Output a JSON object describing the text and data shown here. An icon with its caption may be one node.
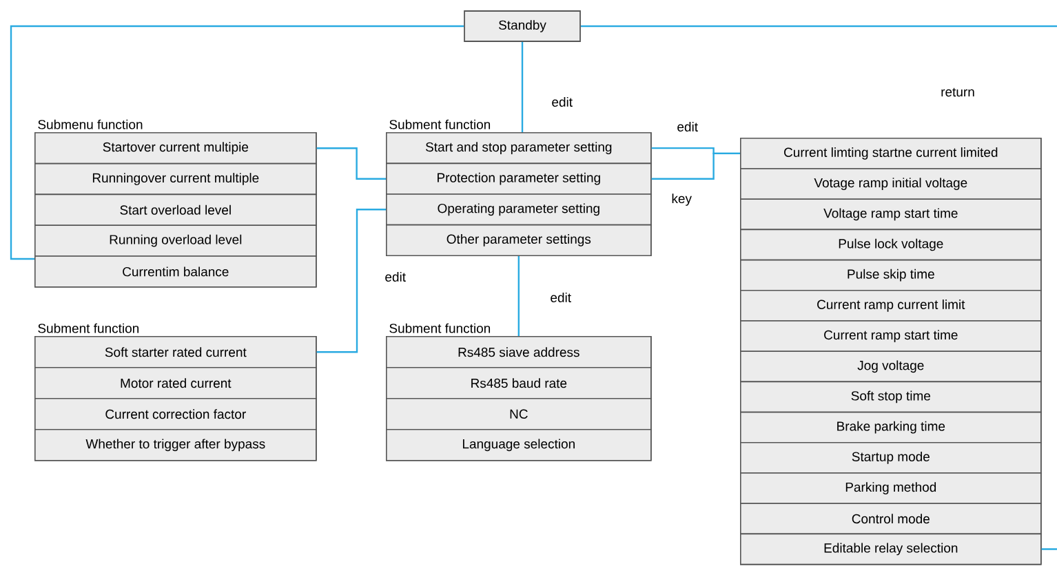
{
  "diagram": {
    "nodes": [
      {
        "text": [
          "Standby"
        ]
      },
      {
        "text": [
          "Submenu function"
        ]
      },
      {
        "text": [
          "Startover current multipie"
        ],
        "in": 1
      },
      {
        "text": [
          "Runningover current multiple"
        ],
        "in": 1
      },
      {
        "text": [
          "Start overload level"
        ],
        "in": 1
      },
      {
        "text": [
          "Running overload level"
        ],
        "in": 1
      },
      {
        "text": [
          "Currentim balance"
        ],
        "in": 1
      },
      {
        "text": [
          "Subment function"
        ]
      },
      {
        "text": [
          "Start and stop parameter setting"
        ],
        "in": 7
      },
      {
        "text": [
          "Protection parameter setting"
        ],
        "in": 7
      },
      {
        "text": [
          "Operating parameter setting"
        ],
        "in": 7
      },
      {
        "text": [
          "Other parameter settings"
        ],
        "in": 7
      },
      {
        "text": [
          "Subment function"
        ]
      },
      {
        "text": [
          "Soft starter rated current"
        ],
        "in": 12
      },
      {
        "text": [
          "Motor rated current"
        ],
        "in": 12
      },
      {
        "text": [
          "Current correction factor"
        ],
        "in": 12
      },
      {
        "text": [
          "Whether to trigger after bypass"
        ],
        "in": 12
      },
      {
        "text": [
          "Subment function"
        ]
      },
      {
        "text": [
          "Rs485 siave address"
        ],
        "in": 17
      },
      {
        "text": [
          "Rs485 baud rate"
        ],
        "in": 17
      },
      {
        "text": [
          "NC"
        ],
        "in": 17
      },
      {
        "text": [
          "Language selection"
        ],
        "in": 17
      },
      {
        "text": [],
        "shape": "box"
      },
      {
        "text": [
          "Current limting startne current limited"
        ],
        "in": 22
      },
      {
        "text": [
          "Votage ramp initial voltage"
        ],
        "in": 22
      },
      {
        "text": [
          "Voltage ramp start time"
        ],
        "in": 22
      },
      {
        "text": [
          "Pulse lock voltage"
        ],
        "in": 22
      },
      {
        "text": [
          "Pulse skip time"
        ],
        "in": 22
      },
      {
        "text": [
          "Current ramp current limit"
        ],
        "in": 22
      },
      {
        "text": [
          "Current ramp start time"
        ],
        "in": 22
      },
      {
        "text": [
          "Jog voltage"
        ],
        "in": 22
      },
      {
        "text": [
          "Soft stop time"
        ],
        "in": 22
      },
      {
        "text": [
          "Brake parking time"
        ],
        "in": 22
      },
      {
        "text": [
          "Startup mode"
        ],
        "in": 22
      },
      {
        "text": [
          "Parking method"
        ],
        "in": 22
      },
      {
        "text": [
          "Control mode"
        ],
        "in": 22
      },
      {
        "text": [
          "Editable relay selection"
        ],
        "in": 22
      }
    ],
    "edges": [
      {
        "from": 0,
        "to": 1,
        "arrow": "none"
      },
      {
        "from": 0,
        "to": 7,
        "arrow": "none",
        "label": "edit"
      },
      {
        "from": 0,
        "to": null,
        "arrow": "none"
      },
      {
        "from": 2,
        "to": 9,
        "arrow": "none"
      },
      {
        "from": 10,
        "to": 13,
        "arrow": "none",
        "label": "edit"
      },
      {
        "from": 11,
        "to": 17,
        "arrow": "none",
        "label": "edit"
      },
      {
        "from": 8,
        "to": 23,
        "arrow": "none",
        "label": "edit"
      },
      {
        "from": 9,
        "to": 23,
        "arrow": "none",
        "label": "key"
      },
      {
        "from": 36,
        "to": null,
        "arrow": "none"
      }
    ],
    "labels": [
      "return"
    ]
  }
}
